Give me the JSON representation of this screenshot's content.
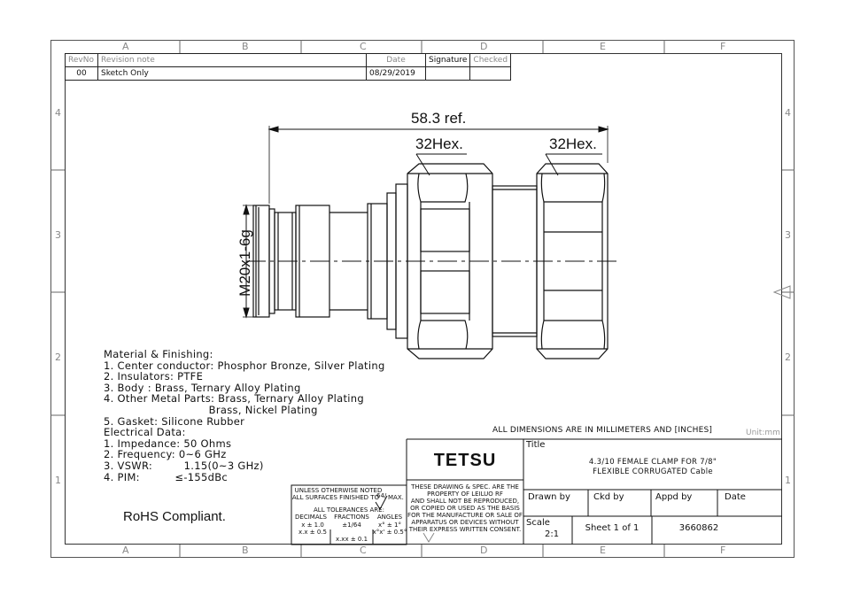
{
  "grid": {
    "top_letters": [
      "A",
      "B",
      "C",
      "D",
      "E",
      "F"
    ],
    "bottom_letters": [
      "A",
      "B",
      "C",
      "D",
      "E",
      "F"
    ],
    "left_numbers": [
      "4",
      "3",
      "2",
      "1"
    ],
    "right_numbers": [
      "4",
      "3",
      "2",
      "1"
    ]
  },
  "revision_table": {
    "headers": {
      "rev_no": "RevNo",
      "note": "Revision note",
      "date": "Date",
      "signature": "Signature",
      "checked": "Checked"
    },
    "row": {
      "rev_no": "00",
      "note": "Sketch Only",
      "date": "08/29/2019",
      "signature": "",
      "checked": ""
    }
  },
  "drawing": {
    "overall_length": "58.3 ref.",
    "hex_left": "32Hex.",
    "hex_right": "32Hex.",
    "thread": "M20x1-6g"
  },
  "notes": {
    "lines": [
      "Material & Finishing:",
      "1. Center conductor: Phosphor Bronze, Silver Plating",
      "2. Insulators: PTFE",
      "3. Body : Brass, Ternary Alloy Plating",
      "4. Other Metal Parts: Brass, Ternary Alloy Plating",
      "                              Brass, Nickel Plating",
      "5. Gasket: Silicone Rubber",
      "Electrical Data:",
      "1. Impedance: 50 Ohms",
      "2. Frequency: 0~6 GHz",
      "3. VSWR:         1.15(0~3 GHz)",
      "4. PIM:          ≤-155dBc"
    ]
  },
  "rohs": "RoHS Compliant.",
  "title_block": {
    "units_note": "ALL DIMENSIONS ARE IN MILLIMETERS AND [INCHES]",
    "unit": "Unit:mm",
    "company": "TETSU",
    "title_label": "Title",
    "title_line1": "4.3/10 FEMALE CLAMP FOR 7/8\"",
    "title_line2": "FLEXIBLE CORRUGATED Cable",
    "proprietary": [
      "THESE DRAWING & SPEC. ARE THE",
      "PROPERTY OF LEILUO RF",
      "AND SHALL NOT BE REPRODUCED,",
      "OR COPIED OR USED AS THE BASIS",
      "FOR THE MANUFACTURE OR SALE OF",
      "APPARATUS OR DEVICES WITHOUT",
      "THEIR EXPRESS WRITTEN CONSENT."
    ],
    "drawn_by": "Drawn by",
    "ckd_by": "Ckd by",
    "appd_by": "Appd by",
    "date": "Date",
    "scale_label": "Scale",
    "scale": "2:1",
    "sheet": "Sheet 1 of 1",
    "number": "3660862"
  },
  "tolerance_block": {
    "line1": "UNLESS OTHERWISE NOTED",
    "line2": "ALL SURFACES FINISHED TO",
    "finish": "64/",
    "max": "MAX.",
    "line3": "ALL TOLERANCES ARE:",
    "col_decimals": "DECIMALS",
    "col_fractions": "FRACTIONS",
    "col_angles": "ANGLES",
    "dec1": "x ± 1.0",
    "dec2": "x.x ± 0.5",
    "dec3": "x.xx ± 0.1",
    "frac1": "±1/64",
    "ang1": "x° ± 1°",
    "ang2": "x°x' ± 0.5°"
  }
}
